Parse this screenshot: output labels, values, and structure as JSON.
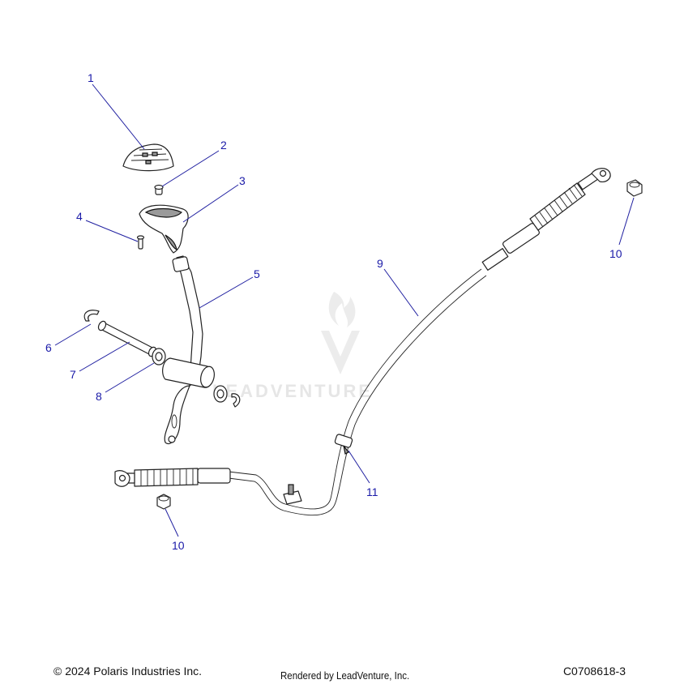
{
  "watermark": {
    "brand": "LEADVENTURE"
  },
  "callouts": [
    {
      "id": "c1",
      "label": "1"
    },
    {
      "id": "c2",
      "label": "2"
    },
    {
      "id": "c3",
      "label": "3"
    },
    {
      "id": "c4",
      "label": "4"
    },
    {
      "id": "c5",
      "label": "5"
    },
    {
      "id": "c6",
      "label": "6"
    },
    {
      "id": "c7",
      "label": "7"
    },
    {
      "id": "c8",
      "label": "8"
    },
    {
      "id": "c9",
      "label": "9"
    },
    {
      "id": "c10a",
      "label": "10"
    },
    {
      "id": "c10b",
      "label": "10"
    },
    {
      "id": "c11",
      "label": "11"
    }
  ],
  "footer": {
    "copyright": "© 2024 Polaris Industries Inc.",
    "rendered_by": "Rendered by LeadVenture, Inc.",
    "diagram_code": "C0708618-3"
  },
  "colors": {
    "callout": "#1a1aa8",
    "line_art": "#222222",
    "watermark": "#e6e6e6"
  }
}
